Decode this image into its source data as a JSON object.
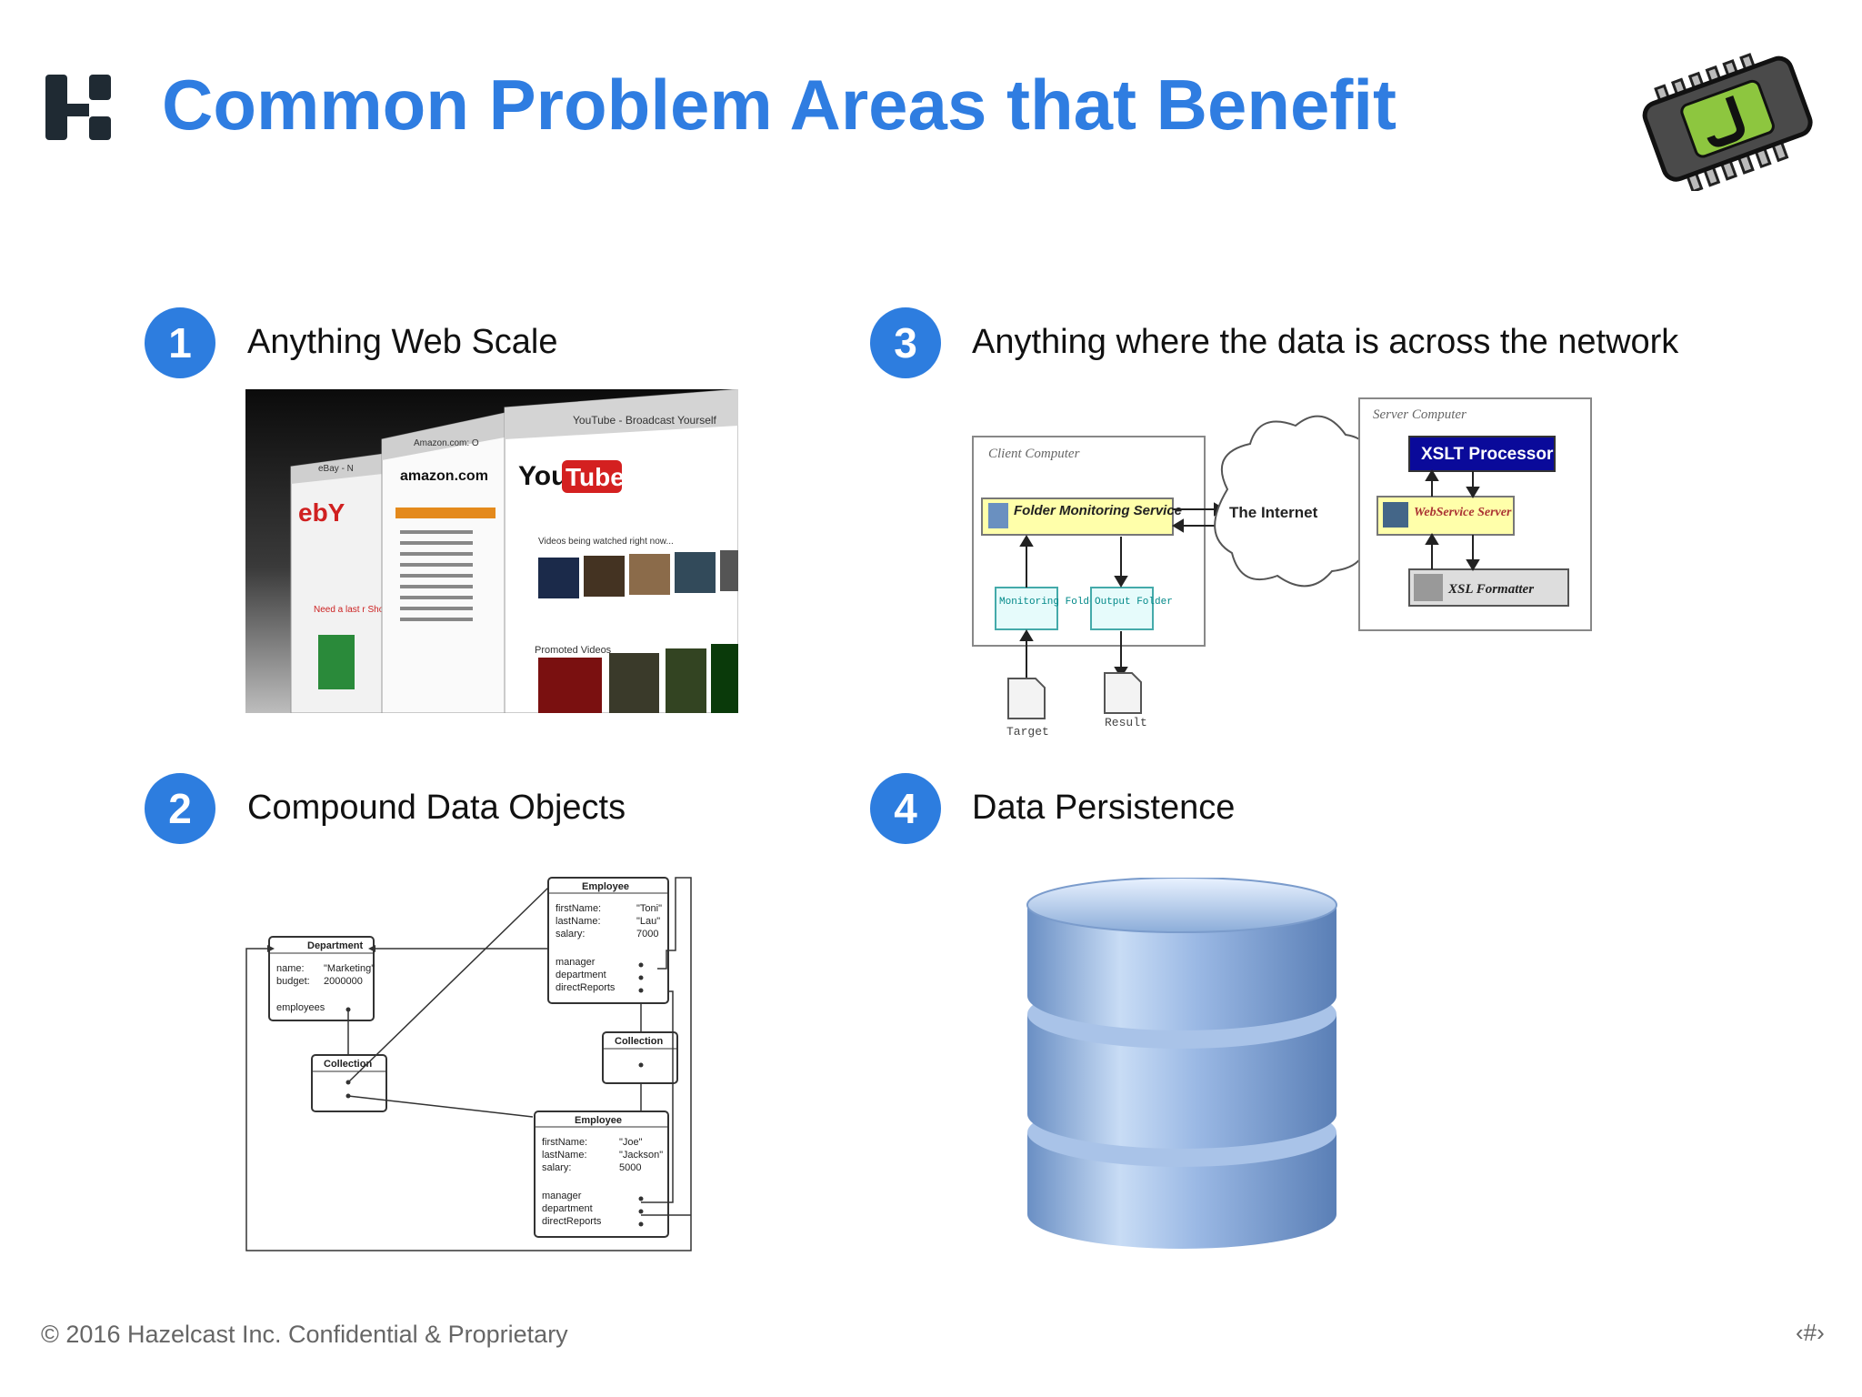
{
  "slide": {
    "title": "Common Problem Areas that Benefit",
    "footer": "© 2016 Hazelcast Inc. Confidential & Proprietary",
    "page_marker": "‹#›",
    "accent_color": "#2f7de1",
    "logo_icon": "hazelcast-logo-icon",
    "chip_icon": "java-chip-icon"
  },
  "items": [
    {
      "number": "1",
      "heading": "Anything Web Scale"
    },
    {
      "number": "2",
      "heading": "Compound Data Objects"
    },
    {
      "number": "3",
      "heading": "Anything where the data is across the network"
    },
    {
      "number": "4",
      "heading": "Data Persistence"
    }
  ],
  "web_collage": {
    "youtube_tab": "YouTube - Broadcast Yourself",
    "amazon_tab": "Amazon.com: O",
    "ebay_tab": "eBay - N",
    "youtube_logo_you": "You",
    "youtube_logo_tube": "Tube",
    "amazon_logo": "amazon.com",
    "ebay_logo": "ebY",
    "youtube_videos_label": "Videos being watched right now...",
    "youtube_promoted_label": "Promoted Videos",
    "ebay_promo": "Need a last r Shopping.com"
  },
  "network_diagram": {
    "client_label": "Client Computer",
    "server_label": "Server Computer",
    "folder_service": "Folder Monitoring Service",
    "internet": "The Internet",
    "xslt": "XSLT Processor",
    "webservice": "WebService Server",
    "formatter": "XSL Formatter",
    "monitoring_folder": "Monitoring Folder",
    "output_folder": "Output Folder",
    "target": "Target",
    "result": "Result"
  },
  "object_diagram": {
    "department": {
      "title": "Department",
      "name_key": "name:",
      "name_val": "\"Marketing\"",
      "budget_key": "budget:",
      "budget_val": "2000000",
      "employees": "employees"
    },
    "collection_left": "Collection",
    "collection_right": "Collection",
    "employee1": {
      "title": "Employee",
      "first_key": "firstName:",
      "first_val": "\"Toni\"",
      "last_key": "lastName:",
      "last_val": "\"Lau\"",
      "salary_key": "salary:",
      "salary_val": "7000",
      "manager": "manager",
      "department": "department",
      "reports": "directReports"
    },
    "employee2": {
      "title": "Employee",
      "first_key": "firstName:",
      "first_val": "\"Joe\"",
      "last_key": "lastName:",
      "last_val": "\"Jackson\"",
      "salary_key": "salary:",
      "salary_val": "5000",
      "manager": "manager",
      "department": "department",
      "reports": "directReports"
    }
  }
}
